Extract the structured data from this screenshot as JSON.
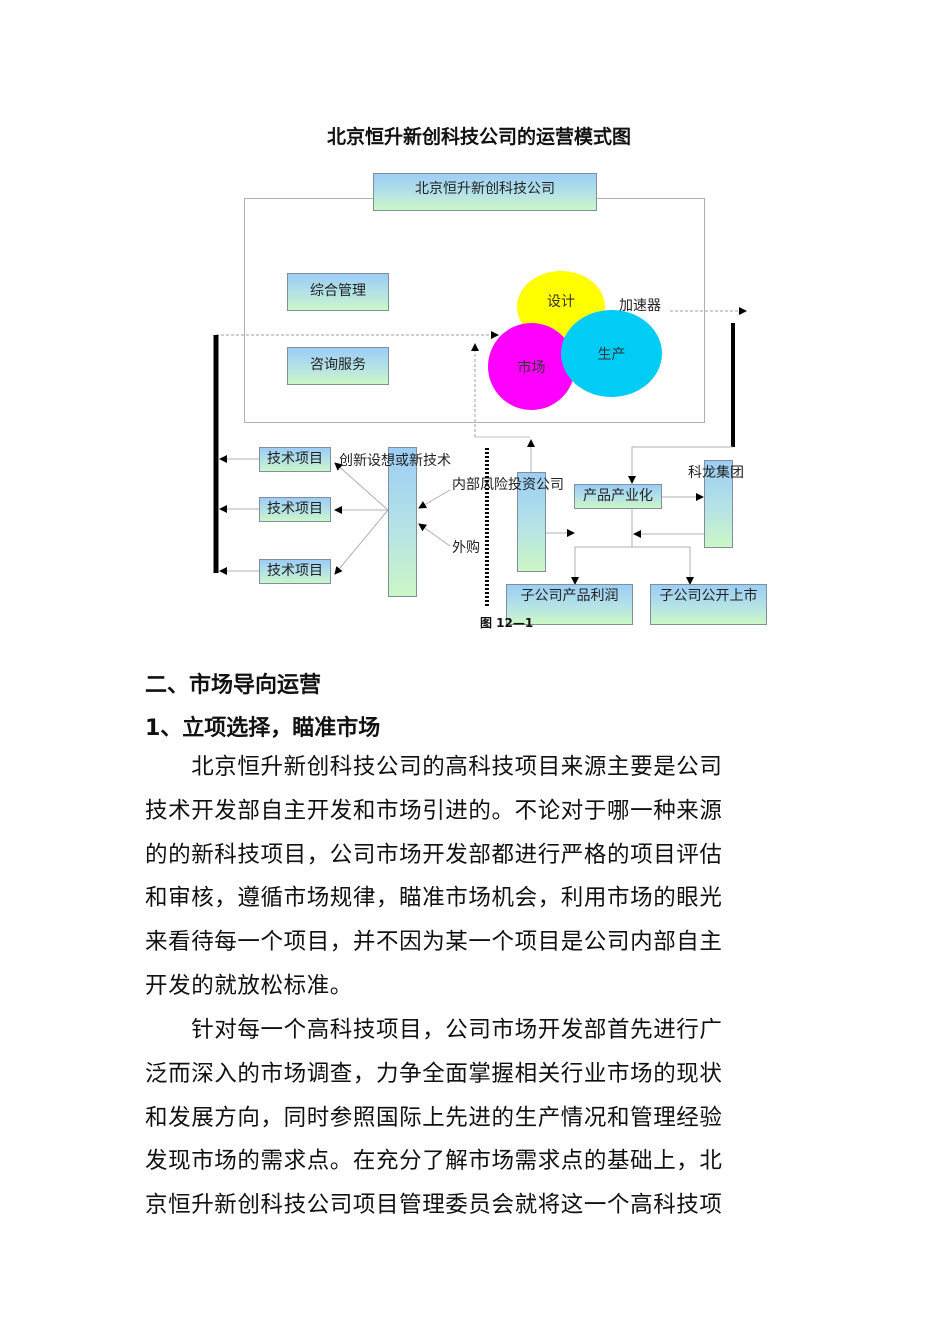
{
  "diagram": {
    "title": "北京恒升新创科技公司的运营模式图",
    "company_box": "北京恒升新创科技公司",
    "left_boxes": [
      "综合管理",
      "咨询服务"
    ],
    "circles": [
      {
        "label": "设计",
        "color": "#ffff00"
      },
      {
        "label": "市场",
        "color": "#ff00ff"
      },
      {
        "label": "生产",
        "color": "#00ccf5"
      }
    ],
    "accelerator_label": "加速器",
    "tech_projects": [
      "技术项目",
      "技术项目",
      "技术项目"
    ],
    "innovation_label": "创新设想或新技术",
    "internal_label": "内部风险投资公司",
    "outsource_label": "外购",
    "industrialization_box": "产品产业化",
    "kelon_label": "科龙集团",
    "subsidiary_profit_box": "子公司产品利润",
    "subsidiary_ipo_box": "子公司公开上市",
    "caption": "图 12—1"
  },
  "section": {
    "heading": "二、市场导向运营",
    "subheading": "1、立项选择，瞄准市场"
  },
  "paragraphs": [
    {
      "lines": [
        "　　北京恒升新创科技公司的高科技项目来源主要是公司",
        "技术开发部自主开发和市场引进的。不论对于哪一种来源",
        "的的新科技项目，公司市场开发部都进行严格的项目评估",
        "和审核，遵循市场规律，瞄准市场机会，利用市场的眼光",
        "来看待每一个项目，并不因为某一个项目是公司内部自主",
        "开发的就放松标准。"
      ]
    },
    {
      "lines": [
        "　　针对每一个高科技项目，公司市场开发部首先进行广",
        "泛而深入的市场调查，力争全面掌握相关行业市场的现状",
        "和发展方向，同时参照国际上先进的生产情况和管理经验",
        "发现市场的需求点。在充分了解市场需求点的基础上，北",
        "京恒升新创科技公司项目管理委员会就将这一个高科技项"
      ]
    }
  ]
}
